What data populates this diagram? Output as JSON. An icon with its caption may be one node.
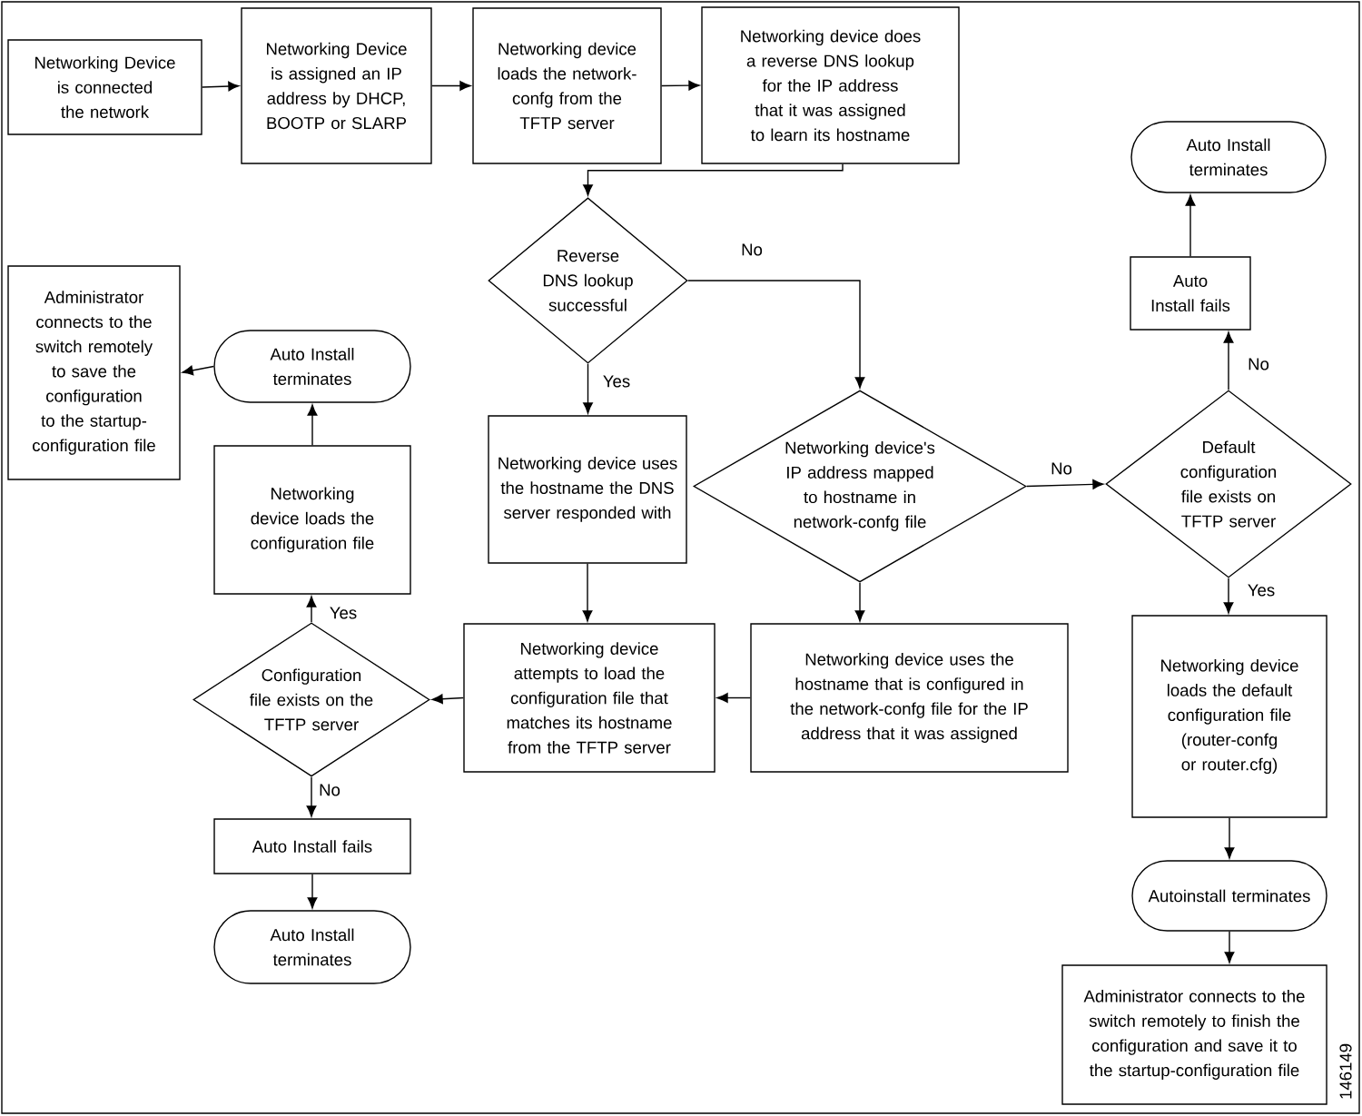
{
  "diagram": {
    "nodes": [
      {
        "text": [
          "Networking Device is connected the network"
        ]
      },
      {
        "text": [
          "Networking Device is assigned an IP address by DHCP, BOOTP or SLARP"
        ]
      },
      {
        "text": [
          "Networking device loads the network-confg from the TFTP server"
        ]
      },
      {
        "text": [
          "Networking device does a reverse DNS lookup for the IP address that it was assigned to learn its hostname"
        ]
      },
      {
        "text": [
          "Reverse DNS lookup successful"
        ]
      },
      {
        "text": [
          "Auto Install terminates"
        ]
      },
      {
        "text": [
          "Auto Install fails"
        ]
      },
      {
        "text": [
          "Administrator connects to the switch remotely to save the configuration to the startup-configuration file"
        ]
      },
      {
        "text": [
          "Auto Install terminates"
        ]
      },
      {
        "text": [
          "Networking device uses the hostname the DNS server responded with"
        ]
      },
      {
        "text": [
          "Networking device's IP address mapped to hostname in network-confg file"
        ]
      },
      {
        "text": [
          "Default configuration file exists on TFTP server"
        ]
      },
      {
        "text": [
          "Networking device loads the configuration file"
        ]
      },
      {
        "text": [
          "Networking device attempts to load the configuration file that matches its hostname from the TFTP server"
        ]
      },
      {
        "text": [
          "Networking device uses the hostname that is configured in the network-confg file for the IP address that it was assigned"
        ]
      },
      {
        "text": [
          "Networking device loads the default configuration file (router-confg or router.cfg)"
        ]
      },
      {
        "text": [
          "Configuration file exists on the TFTP server"
        ]
      },
      {
        "text": [
          "Auto Install fails"
        ]
      },
      {
        "text": [
          "Auto Install terminates"
        ]
      },
      {
        "text": [
          "Autoinstall terminates"
        ]
      },
      {
        "text": [
          "Administrator connects to the switch remotely to finish the configuration and save it to the startup-configuration file"
        ]
      }
    ],
    "edges": [
      {
        "from": 0,
        "to": 1,
        "arrow": "to"
      },
      {
        "from": 1,
        "to": 2,
        "arrow": "to"
      },
      {
        "from": 2,
        "to": 3,
        "arrow": "to"
      },
      {
        "from": 3,
        "to": 4,
        "arrow": "to"
      },
      {
        "from": 4,
        "to": 10,
        "arrow": "to",
        "label": "No"
      },
      {
        "from": 4,
        "to": 9,
        "arrow": "to",
        "label": "Yes"
      },
      {
        "from": 9,
        "to": 13,
        "arrow": "to"
      },
      {
        "from": 10,
        "to": 14,
        "arrow": "to"
      },
      {
        "from": 14,
        "to": 13,
        "arrow": "to"
      },
      {
        "from": 13,
        "to": 16,
        "arrow": "to"
      },
      {
        "from": 16,
        "to": 12,
        "arrow": "to",
        "label": "Yes"
      },
      {
        "from": 12,
        "to": 8,
        "arrow": "to"
      },
      {
        "from": 8,
        "to": 7,
        "arrow": "to"
      },
      {
        "from": 16,
        "to": 17,
        "arrow": "to",
        "label": "No"
      },
      {
        "from": 17,
        "to": 18,
        "arrow": "to"
      },
      {
        "from": 10,
        "to": 11,
        "arrow": "to",
        "label": "No"
      },
      {
        "from": 11,
        "to": 6,
        "arrow": "to",
        "label": "No"
      },
      {
        "from": 6,
        "to": 5,
        "arrow": "to"
      },
      {
        "from": 11,
        "to": 15,
        "arrow": "to",
        "label": "Yes"
      },
      {
        "from": 15,
        "to": 19,
        "arrow": "to"
      },
      {
        "from": 19,
        "to": 20,
        "arrow": "to"
      }
    ],
    "labels": [
      "146149"
    ]
  }
}
